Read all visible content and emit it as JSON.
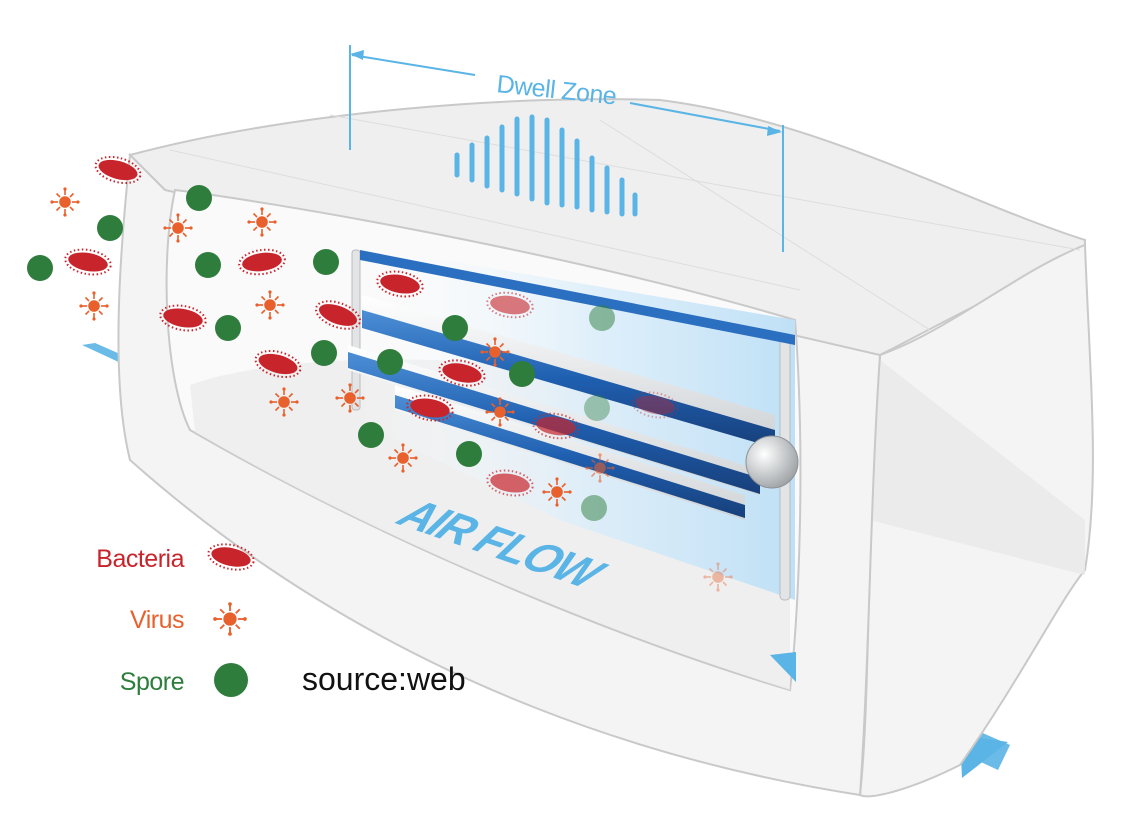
{
  "diagram": {
    "dwell_zone_label": "Dwell Zone",
    "airflow_label": "AIR FLOW",
    "source_label": "source:web",
    "legend": [
      {
        "label": "Bacteria",
        "icon": "bacteria-icon",
        "color": "#c8242b"
      },
      {
        "label": "Virus",
        "icon": "virus-icon",
        "color": "#e8602c"
      },
      {
        "label": "Spore",
        "icon": "spore-icon",
        "color": "#2e7d3c"
      }
    ],
    "colors": {
      "duct": "#f2f2f2",
      "duct_edge": "#c9c9c9",
      "accent_blue": "#5ab4e6",
      "lamp_blue": "#2369b8",
      "bacteria": "#c8242b",
      "virus": "#e8602c",
      "spore": "#2e7d3c"
    }
  }
}
